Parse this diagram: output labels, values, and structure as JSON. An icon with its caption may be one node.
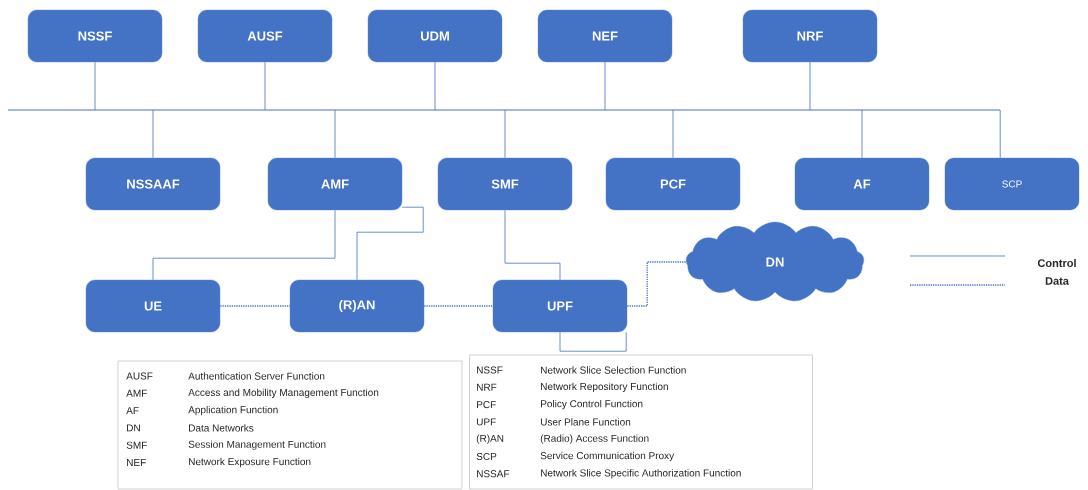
{
  "diagram": {
    "nodes": [
      {
        "text": [
          "NSSF"
        ]
      },
      {
        "text": [
          "AUSF"
        ]
      },
      {
        "text": [
          "UDM"
        ]
      },
      {
        "text": [
          "NEF"
        ]
      },
      {
        "text": [
          "NRF"
        ]
      },
      {
        "text": [],
        "shape": "bar"
      },
      {
        "text": [
          "NSSAAF"
        ]
      },
      {
        "text": [
          "AMF"
        ]
      },
      {
        "text": [
          "SMF"
        ]
      },
      {
        "text": [
          "PCF"
        ]
      },
      {
        "text": [
          "AF"
        ]
      },
      {
        "text": [
          "SCP"
        ]
      },
      {
        "text": [
          "UE"
        ]
      },
      {
        "text": [
          "(R)AN"
        ]
      },
      {
        "text": [
          "UPF"
        ]
      },
      {
        "text": [
          "DN"
        ]
      },
      {
        "text": [
          "AUSF",
          "Authentication Server Function",
          "AMF",
          "Access and Mobility Management Function",
          "AF",
          "Application Function",
          "DN",
          "Data Networks",
          "SMF",
          "Session Management Function",
          "NEF",
          "Network Exposure Function"
        ]
      },
      {
        "text": [
          "NSSF",
          "Network Slice Selection Function",
          "NRF",
          "Network Repository Function",
          "PCF",
          "Policy Control Function",
          "UPF",
          "User Plane Function",
          "(R)AN",
          "(Radio) Access Function",
          "SCP",
          "Service Communication Proxy",
          "NSSAF",
          "Network Slice Specific Authorization Function"
        ]
      }
    ],
    "edges": [
      {
        "from": 0,
        "to": 5,
        "arrow": "none"
      },
      {
        "from": 1,
        "to": 5,
        "arrow": "none"
      },
      {
        "from": 2,
        "to": 5,
        "arrow": "none"
      },
      {
        "from": 3,
        "to": 5,
        "arrow": "none"
      },
      {
        "from": 4,
        "to": 5,
        "arrow": "none"
      },
      {
        "from": 5,
        "to": 6,
        "arrow": "none"
      },
      {
        "from": 5,
        "to": 7,
        "arrow": "none"
      },
      {
        "from": 5,
        "to": 8,
        "arrow": "none"
      },
      {
        "from": 5,
        "to": 9,
        "arrow": "none"
      },
      {
        "from": 5,
        "to": 10,
        "arrow": "none"
      },
      {
        "from": 5,
        "to": 11,
        "arrow": "none"
      },
      {
        "from": 7,
        "to": 12,
        "arrow": "none"
      },
      {
        "from": 7,
        "to": 13,
        "arrow": "none"
      },
      {
        "from": 8,
        "to": 14,
        "arrow": "none"
      },
      {
        "from": 12,
        "to": 13,
        "arrow": "none",
        "style": "dashed"
      },
      {
        "from": 13,
        "to": 14,
        "arrow": "none",
        "style": "dashed"
      },
      {
        "from": 14,
        "to": 15,
        "arrow": "none",
        "style": "dashed"
      },
      {
        "from": 14,
        "to": 14,
        "arrow": "none"
      }
    ],
    "legend": [
      {
        "text": "Control"
      },
      {
        "text": "Data"
      }
    ]
  }
}
